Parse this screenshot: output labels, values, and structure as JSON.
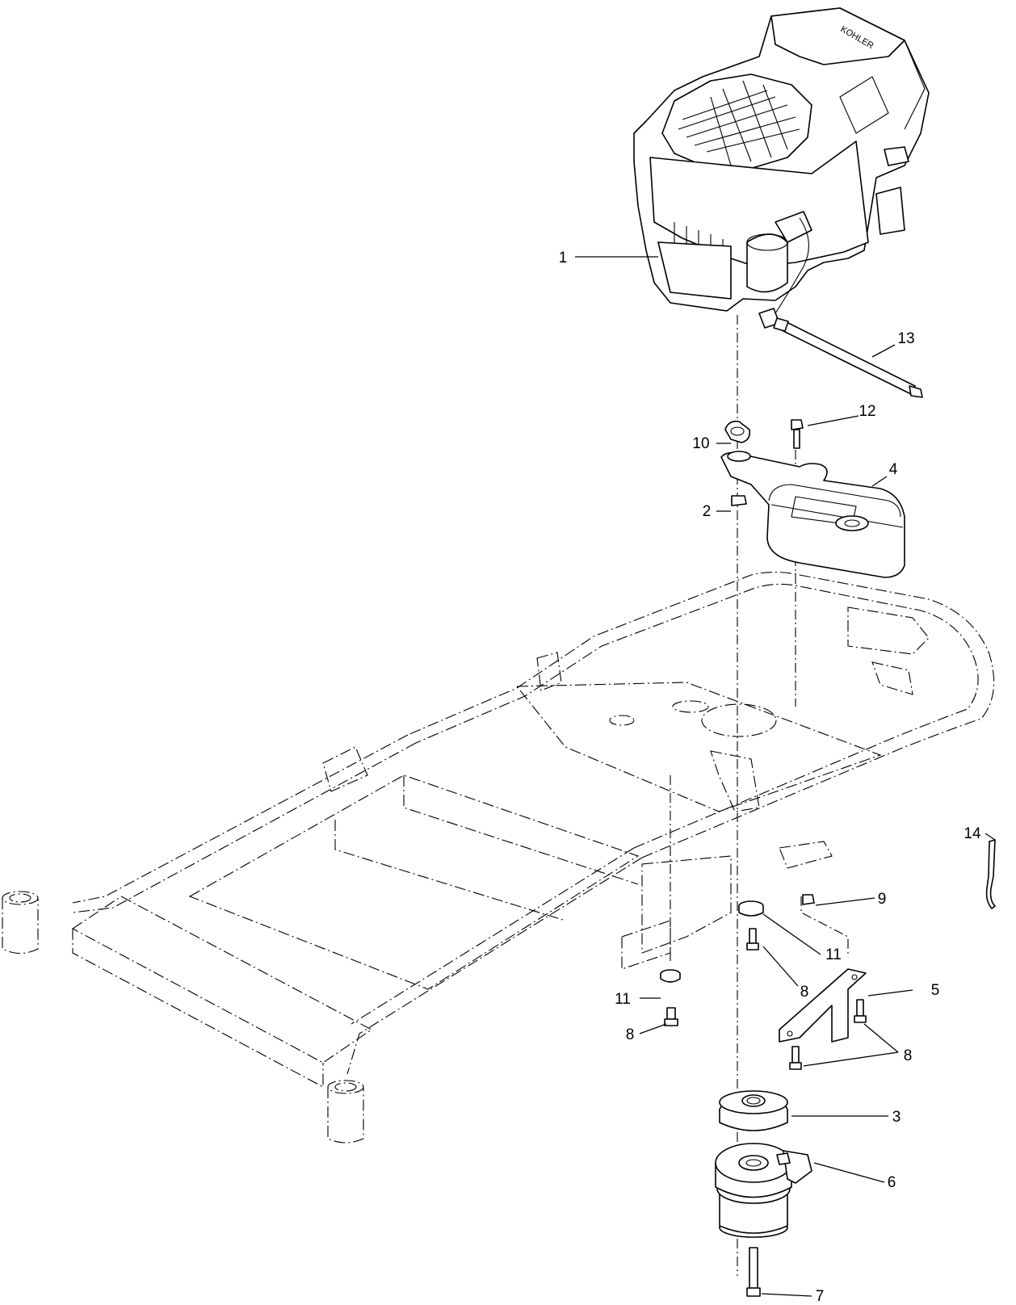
{
  "diagram": {
    "engine_brand_text": "KOHLER",
    "callouts": [
      {
        "id": "callout-1",
        "label": "1"
      },
      {
        "id": "callout-2",
        "label": "2"
      },
      {
        "id": "callout-3",
        "label": "3"
      },
      {
        "id": "callout-4",
        "label": "4"
      },
      {
        "id": "callout-5",
        "label": "5"
      },
      {
        "id": "callout-6",
        "label": "6"
      },
      {
        "id": "callout-7",
        "label": "7"
      },
      {
        "id": "callout-8a",
        "label": "8"
      },
      {
        "id": "callout-8b",
        "label": "8"
      },
      {
        "id": "callout-8c",
        "label": "8"
      },
      {
        "id": "callout-9",
        "label": "9"
      },
      {
        "id": "callout-10",
        "label": "10"
      },
      {
        "id": "callout-11a",
        "label": "11"
      },
      {
        "id": "callout-11b",
        "label": "11"
      },
      {
        "id": "callout-12",
        "label": "12"
      },
      {
        "id": "callout-13",
        "label": "13"
      },
      {
        "id": "callout-14",
        "label": "14"
      }
    ]
  }
}
